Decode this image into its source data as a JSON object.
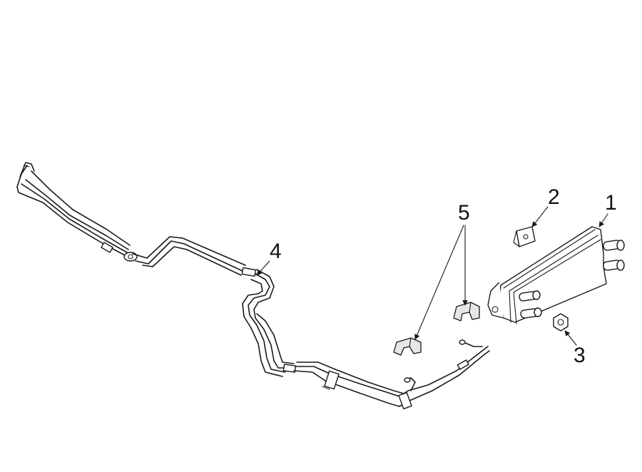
{
  "callouts": [
    {
      "id": "1",
      "label": "1"
    },
    {
      "id": "2",
      "label": "2"
    },
    {
      "id": "3",
      "label": "3"
    },
    {
      "id": "4",
      "label": "4"
    },
    {
      "id": "5",
      "label": "5"
    }
  ],
  "colors": {
    "line": "#1a1a1a",
    "background": "#ffffff",
    "part_shade": "#e6e6e6"
  }
}
